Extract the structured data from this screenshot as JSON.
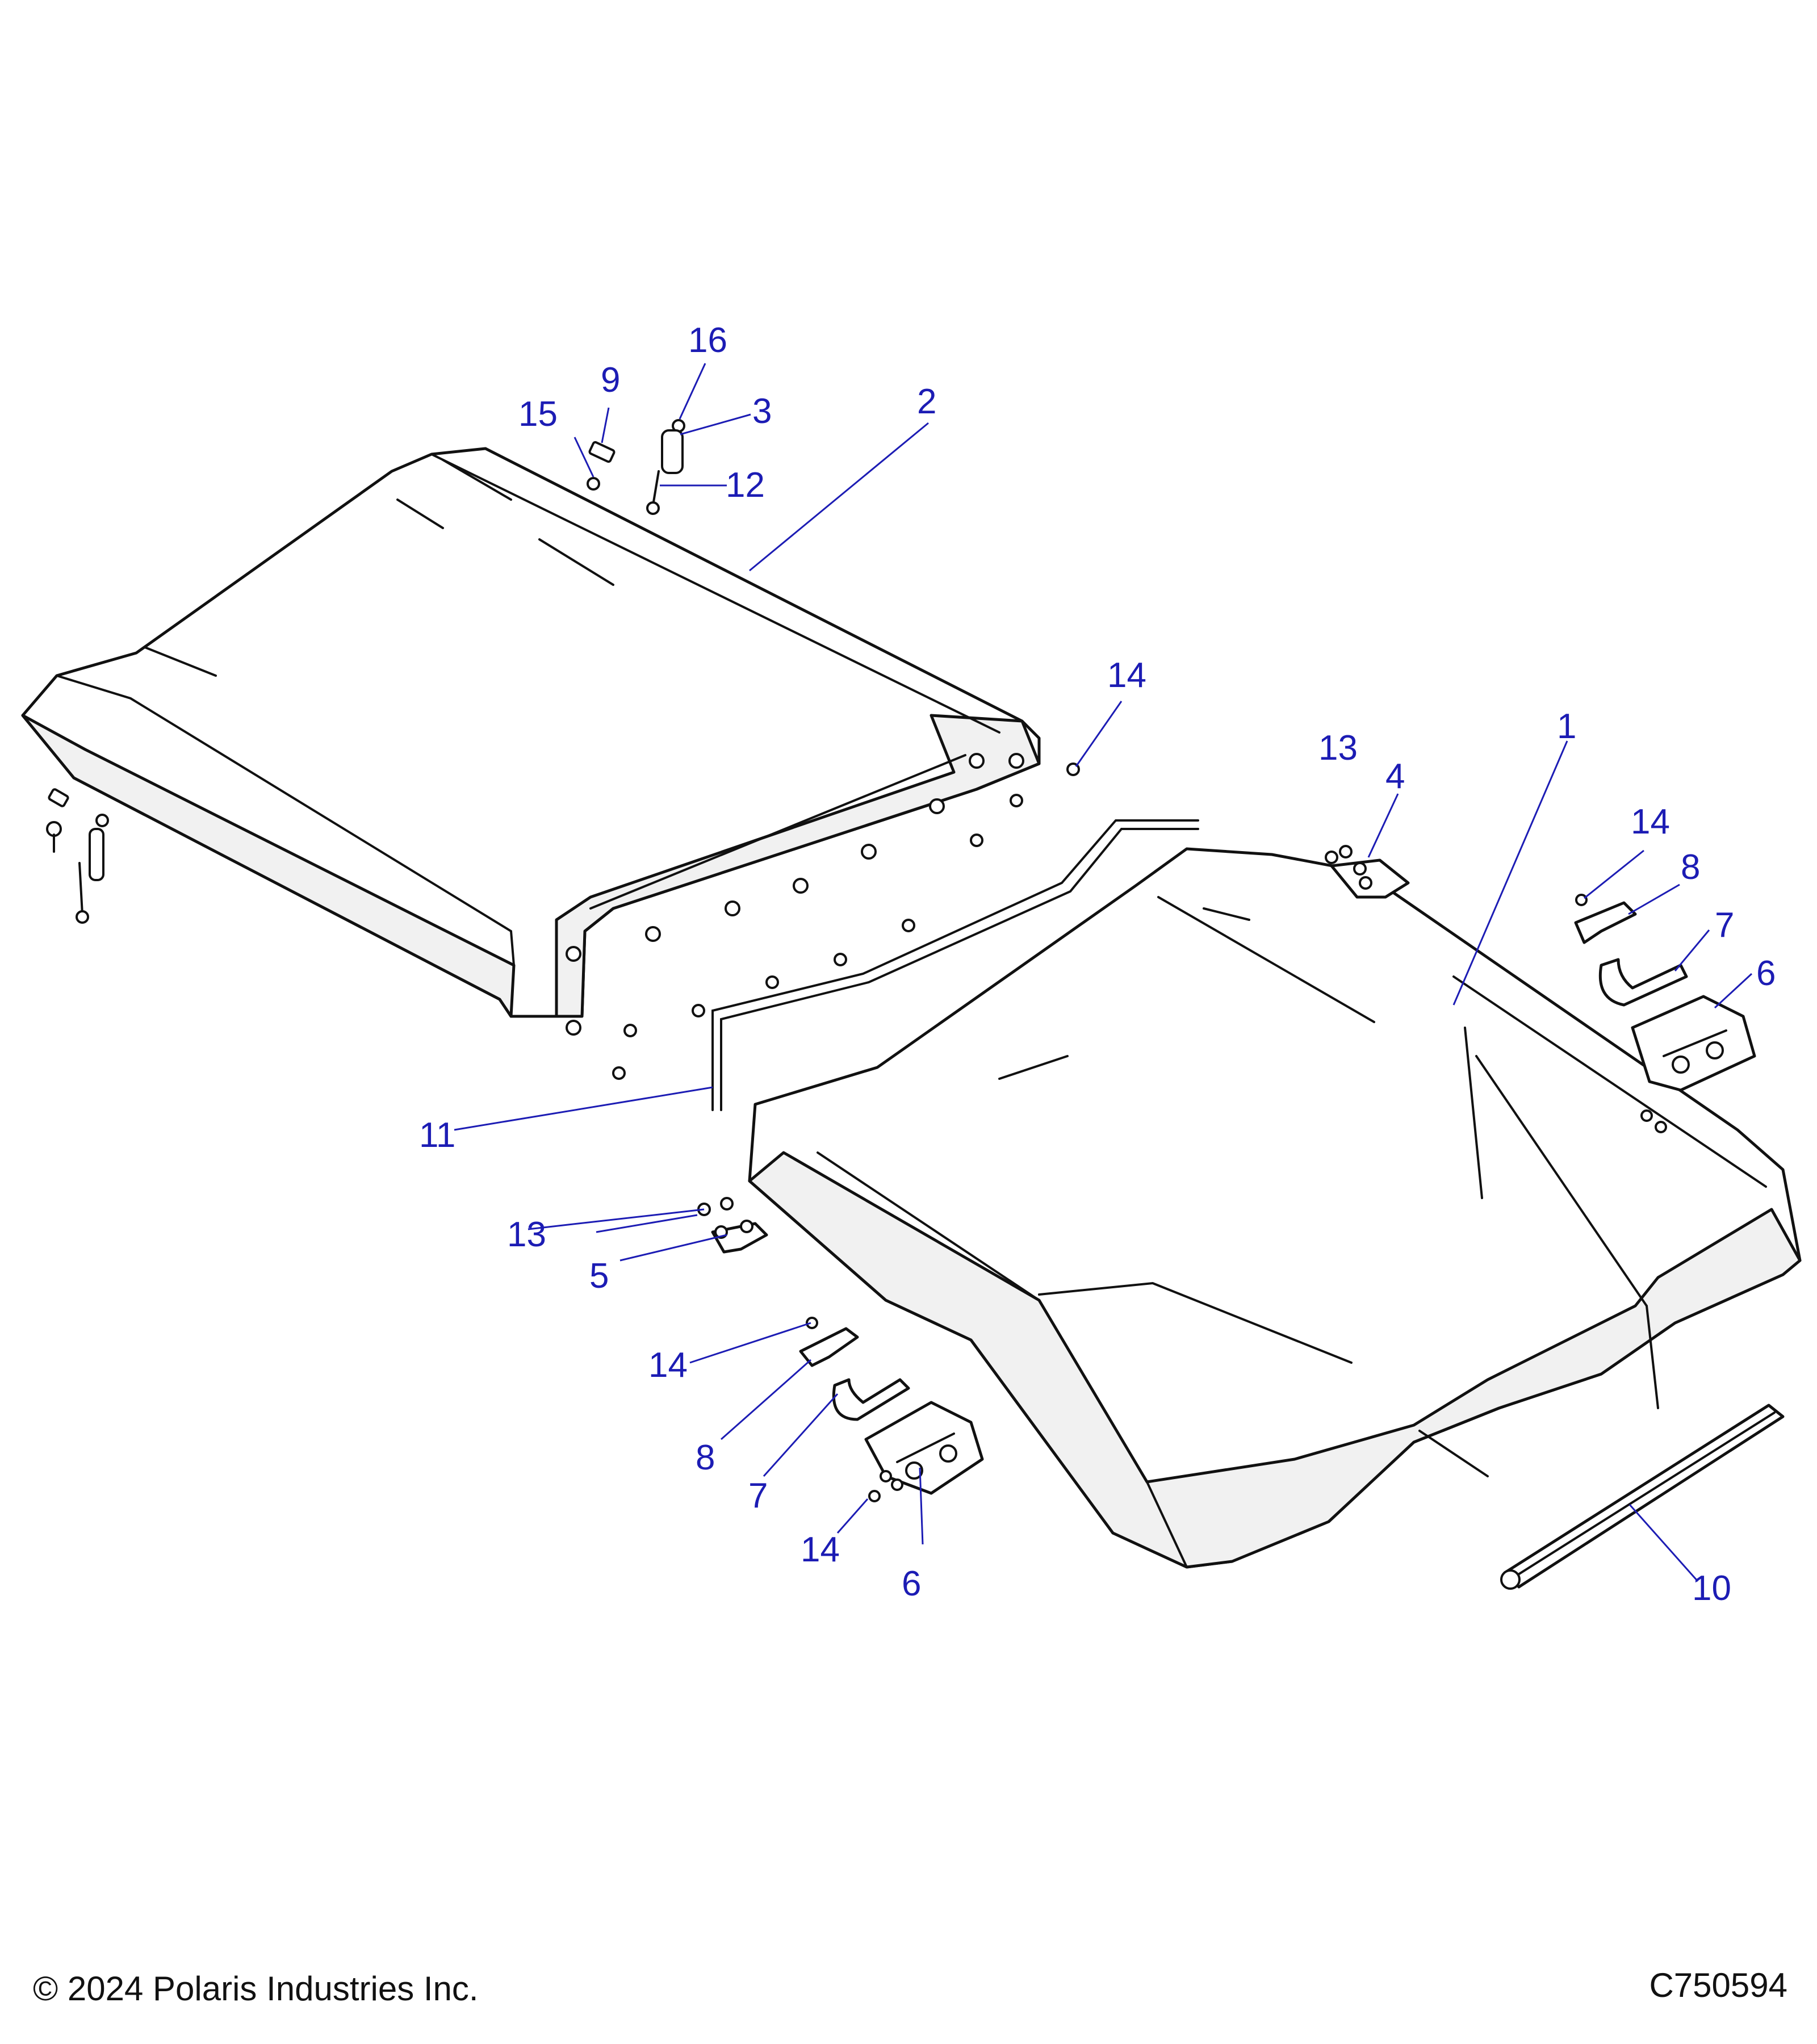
{
  "callouts": {
    "c1": "1",
    "c2": "2",
    "c3": "3",
    "c4": "4",
    "c5": "5",
    "c6a": "6",
    "c6b": "6",
    "c7a": "7",
    "c7b": "7",
    "c8a": "8",
    "c8b": "8",
    "c9": "9",
    "c10": "10",
    "c11": "11",
    "c12": "12",
    "c13a": "13",
    "c13b": "13",
    "c14a": "14",
    "c14b": "14",
    "c14c": "14",
    "c14d": "14",
    "c15": "15",
    "c16": "16"
  },
  "footer": {
    "copyright": "© 2024 Polaris Industries Inc.",
    "drawing_number": "C750594"
  },
  "colors": {
    "callout": "#1c1cb4",
    "line_art": "#111111"
  }
}
